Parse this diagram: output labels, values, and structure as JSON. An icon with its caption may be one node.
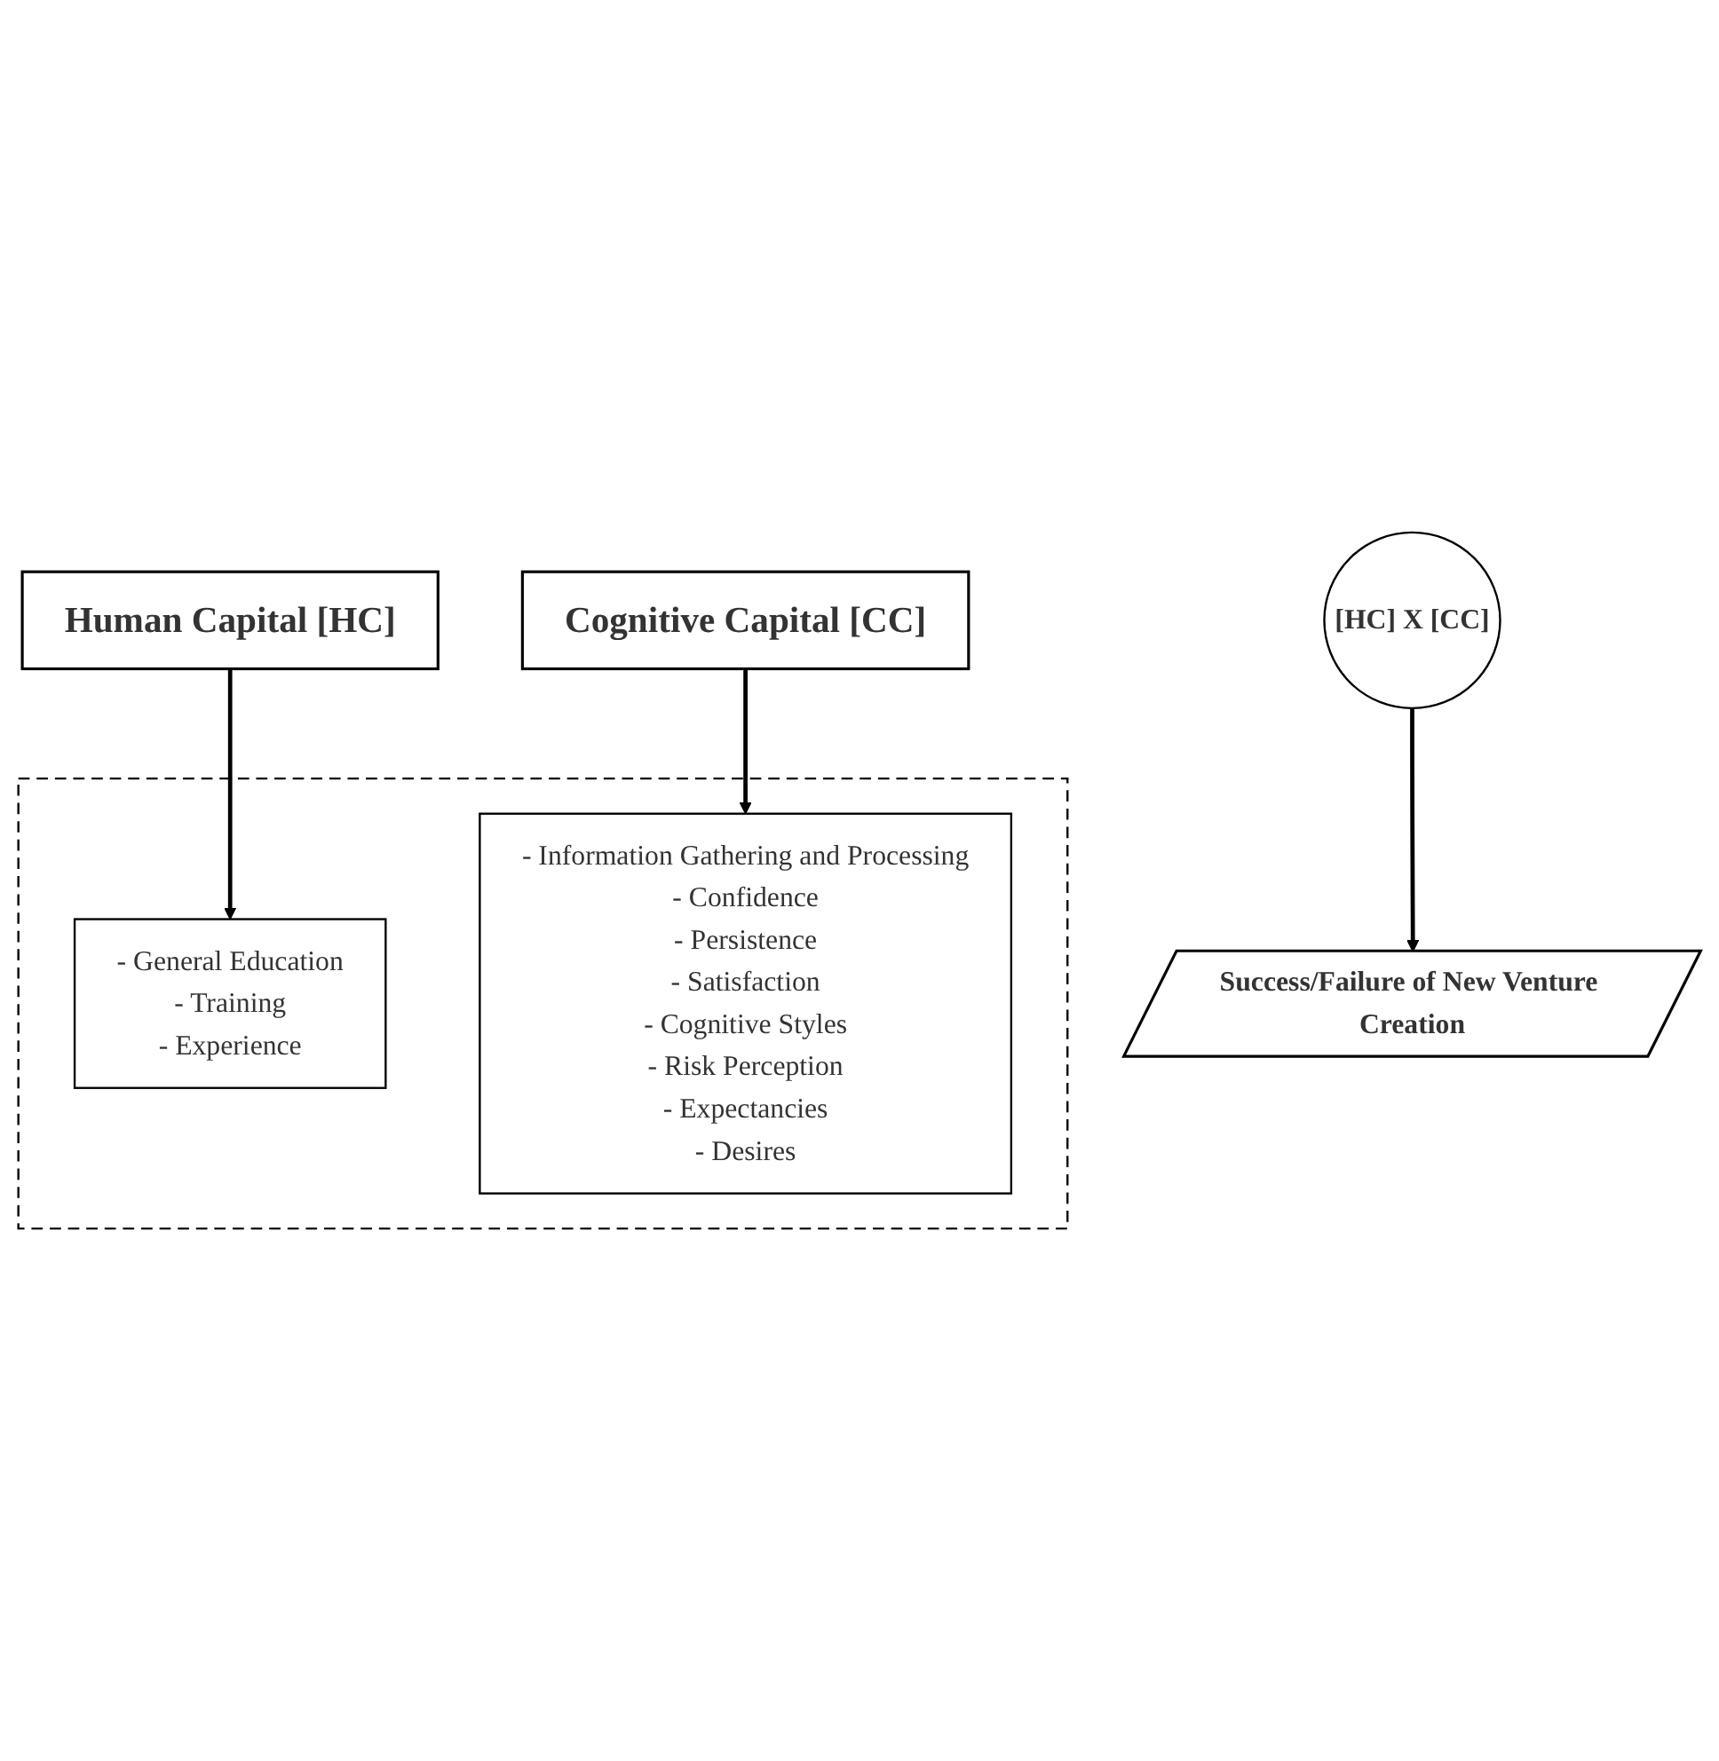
{
  "diagram": {
    "nodes": [
      {
        "text": [],
        "shape": "box"
      },
      {
        "text": [
          "Human Capital [HC]"
        ]
      },
      {
        "text": [
          "Cognitive Capital [CC]"
        ]
      },
      {
        "text": [
          "- General Education",
          "- Training",
          "- Experience"
        ],
        "in": 0
      },
      {
        "text": [
          "- Information Gathering and Processing",
          "- Confidence",
          "- Persistence",
          "- Satisfaction",
          "- Cognitive Styles",
          "- Risk Perception",
          "- Expectancies",
          "- Desires"
        ],
        "in": 0
      },
      {
        "text": [
          "[HC] X [CC]"
        ]
      },
      {
        "text": [
          "Success/Failure of New Venture Creation"
        ]
      }
    ],
    "edges": [
      {
        "from": 1,
        "to": 3,
        "arrow": "to"
      },
      {
        "from": 2,
        "to": 4,
        "arrow": "to"
      },
      {
        "from": 5,
        "to": 6,
        "arrow": "to"
      }
    ]
  }
}
